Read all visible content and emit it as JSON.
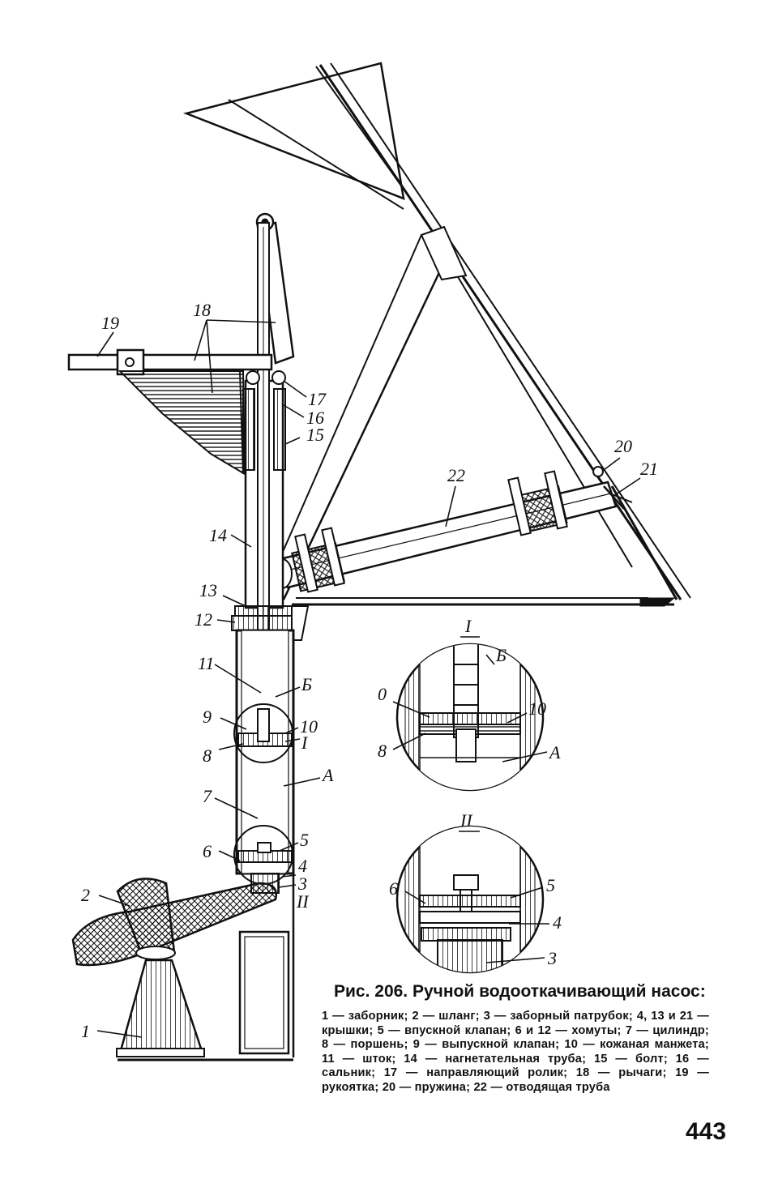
{
  "figure": {
    "labels": {
      "n1": "1",
      "n2": "2",
      "n3": "3",
      "n4": "4",
      "n5": "5",
      "n6": "6",
      "n7": "7",
      "n8": "8",
      "n9": "9",
      "n10": "10",
      "n11": "11",
      "n12": "12",
      "n13": "13",
      "n14": "14",
      "n15": "15",
      "n16": "16",
      "n17": "17",
      "n18": "18",
      "n19": "19",
      "n20": "20",
      "n21": "21",
      "n22": "22",
      "a": "А",
      "b": "Б",
      "roman1": "I",
      "roman2": "II"
    },
    "detail_one": {
      "title": "I",
      "labels": {
        "b": "Б",
        "zero": "0",
        "ten": "10",
        "eight": "8",
        "a": "А"
      }
    },
    "detail_two": {
      "title": "II",
      "labels": {
        "six": "6",
        "five": "5",
        "four": "4",
        "three": "3"
      }
    }
  },
  "caption": {
    "title": "Рис. 206. Ручной водооткачивающий насос:",
    "items": [
      "1 — заборник;",
      "2 — шланг;",
      "3 — заборный патрубок;",
      "4, 13 и 21 — крышки;",
      "5 — впускной клапан;",
      "6 и 12 — хомуты;",
      "7 — цилиндр;",
      "8 — поршень;",
      "9 — выпускной клапан;",
      "10 — кожаная манжета;",
      "11 — шток;",
      "14 — нагнетательная труба;",
      "15 — болт;",
      "16 — сальник;",
      "17 — направляющий ролик;",
      "18 — рычаги;",
      "19 — рукоятка;",
      "20 — пружина;",
      "22 — отводящая труба"
    ]
  },
  "page_number": "443"
}
